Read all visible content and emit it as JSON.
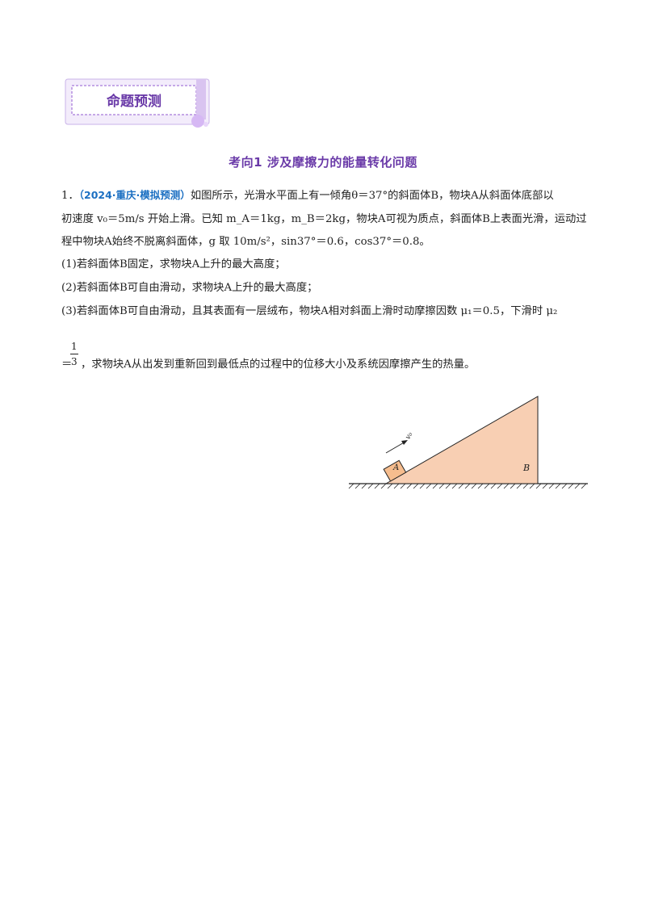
{
  "badge": {
    "label": "命题预测"
  },
  "section": {
    "title": "考向1  涉及摩擦力的能量转化问题"
  },
  "question": {
    "number": "1．",
    "source": "（2024·重庆·模拟预测）",
    "line1_rest": "如图所示，光滑水平面上有一倾角θ＝37°的斜面体B，物块A从斜面体底部以",
    "line2": "初速度 v₀＝5m/s 开始上滑。已知 m_A＝1kg，m_B＝2kg，物块A可视为质点，斜面体B上表面光滑，运动过",
    "line3": "程中物块A始终不脱离斜面体，g 取 10m/s²，sin37°＝0.6，cos37°＝0.8。",
    "part1": "(1)若斜面体B固定，求物块A上升的最大高度；",
    "part2": "(2)若斜面体B可自由滑动，求物块A上升的最大高度；",
    "part3": "(3)若斜面体B可自由滑动，且其表面有一层绒布，物块A相对斜面上滑时动摩擦因数 μ₁＝0.5，下滑时 μ₂",
    "part3_frac_num": "1",
    "part3_frac_den": "3",
    "part3_cont": "，求物块A从出发到重新回到最低点的过程中的位移大小及系统因摩擦产生的热量。"
  },
  "figure": {
    "block_label": "A",
    "incline_label": "B",
    "velocity_label": "v₀"
  }
}
